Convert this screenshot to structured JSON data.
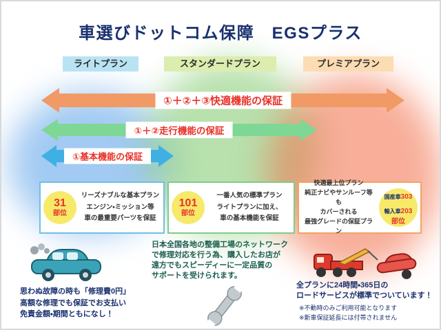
{
  "title": "車選びドットコム保障　EGSプラス",
  "plan_labels": [
    {
      "label": "ライトプラン"
    },
    {
      "label": "スタンダードプラン"
    },
    {
      "label": "プレミアプラン"
    }
  ],
  "arrows": [
    {
      "label": "①＋②＋③快適機能の保証"
    },
    {
      "label": "①＋②走行機能の保証"
    },
    {
      "label": "①基本機能の保証"
    }
  ],
  "plan_boxes": [
    {
      "badge_value": "31",
      "badge_unit": "部位",
      "lines": "リーズナブルな基本プラン\nエンジン・ミッション等\n車の最重要パーツを保証"
    },
    {
      "badge_value": "101",
      "badge_unit": "部位",
      "lines": "一番人気の標準プラン\nライトプランに加え、\n車の基本機能を保証"
    },
    {
      "lines": "快適最上位プラン\n純正ナビやサンルーフ等も\nカバーされる\n最強グレードの保証プラン",
      "badge": {
        "domestic_label": "国産車",
        "domestic_value": "303",
        "import_label": "輸入車",
        "import_value": "203",
        "unit": "部位"
      }
    }
  ],
  "network_note": "日本全国各地の整備工場のネットワーク\nで修理対応を行う為、購入したお店が\n遠方でもスピーディーに一定品質の\nサポートを受けられます。",
  "repair_note": "思わぬ故障の時も「修理費0円」\n高額な修理でも保証でお支払い\n免責金額・期間ともになし！",
  "road_service_note": "全プランに24時間・365日の\nロードサービスが標準でついています！",
  "road_service_fineprint": "※不動時のみご利用可能となります\n※新車保証延長には付帯されません",
  "icons": {
    "broken_car": "broken-car-icon",
    "wrench": "wrench-icon",
    "tow_truck": "tow-truck-icon"
  },
  "colors": {
    "title": "#19306e",
    "accent_red": "#e8332a",
    "arrow_comfort": "#f19a66",
    "arrow_driving": "#7fd795",
    "arrow_basic": "#3fb0e4",
    "label_light_bg": "#b9e3f3",
    "label_standard_bg": "#dcedb0",
    "label_premium_bg": "#fcdcb2",
    "badge_yellow": "#f7e96a"
  }
}
